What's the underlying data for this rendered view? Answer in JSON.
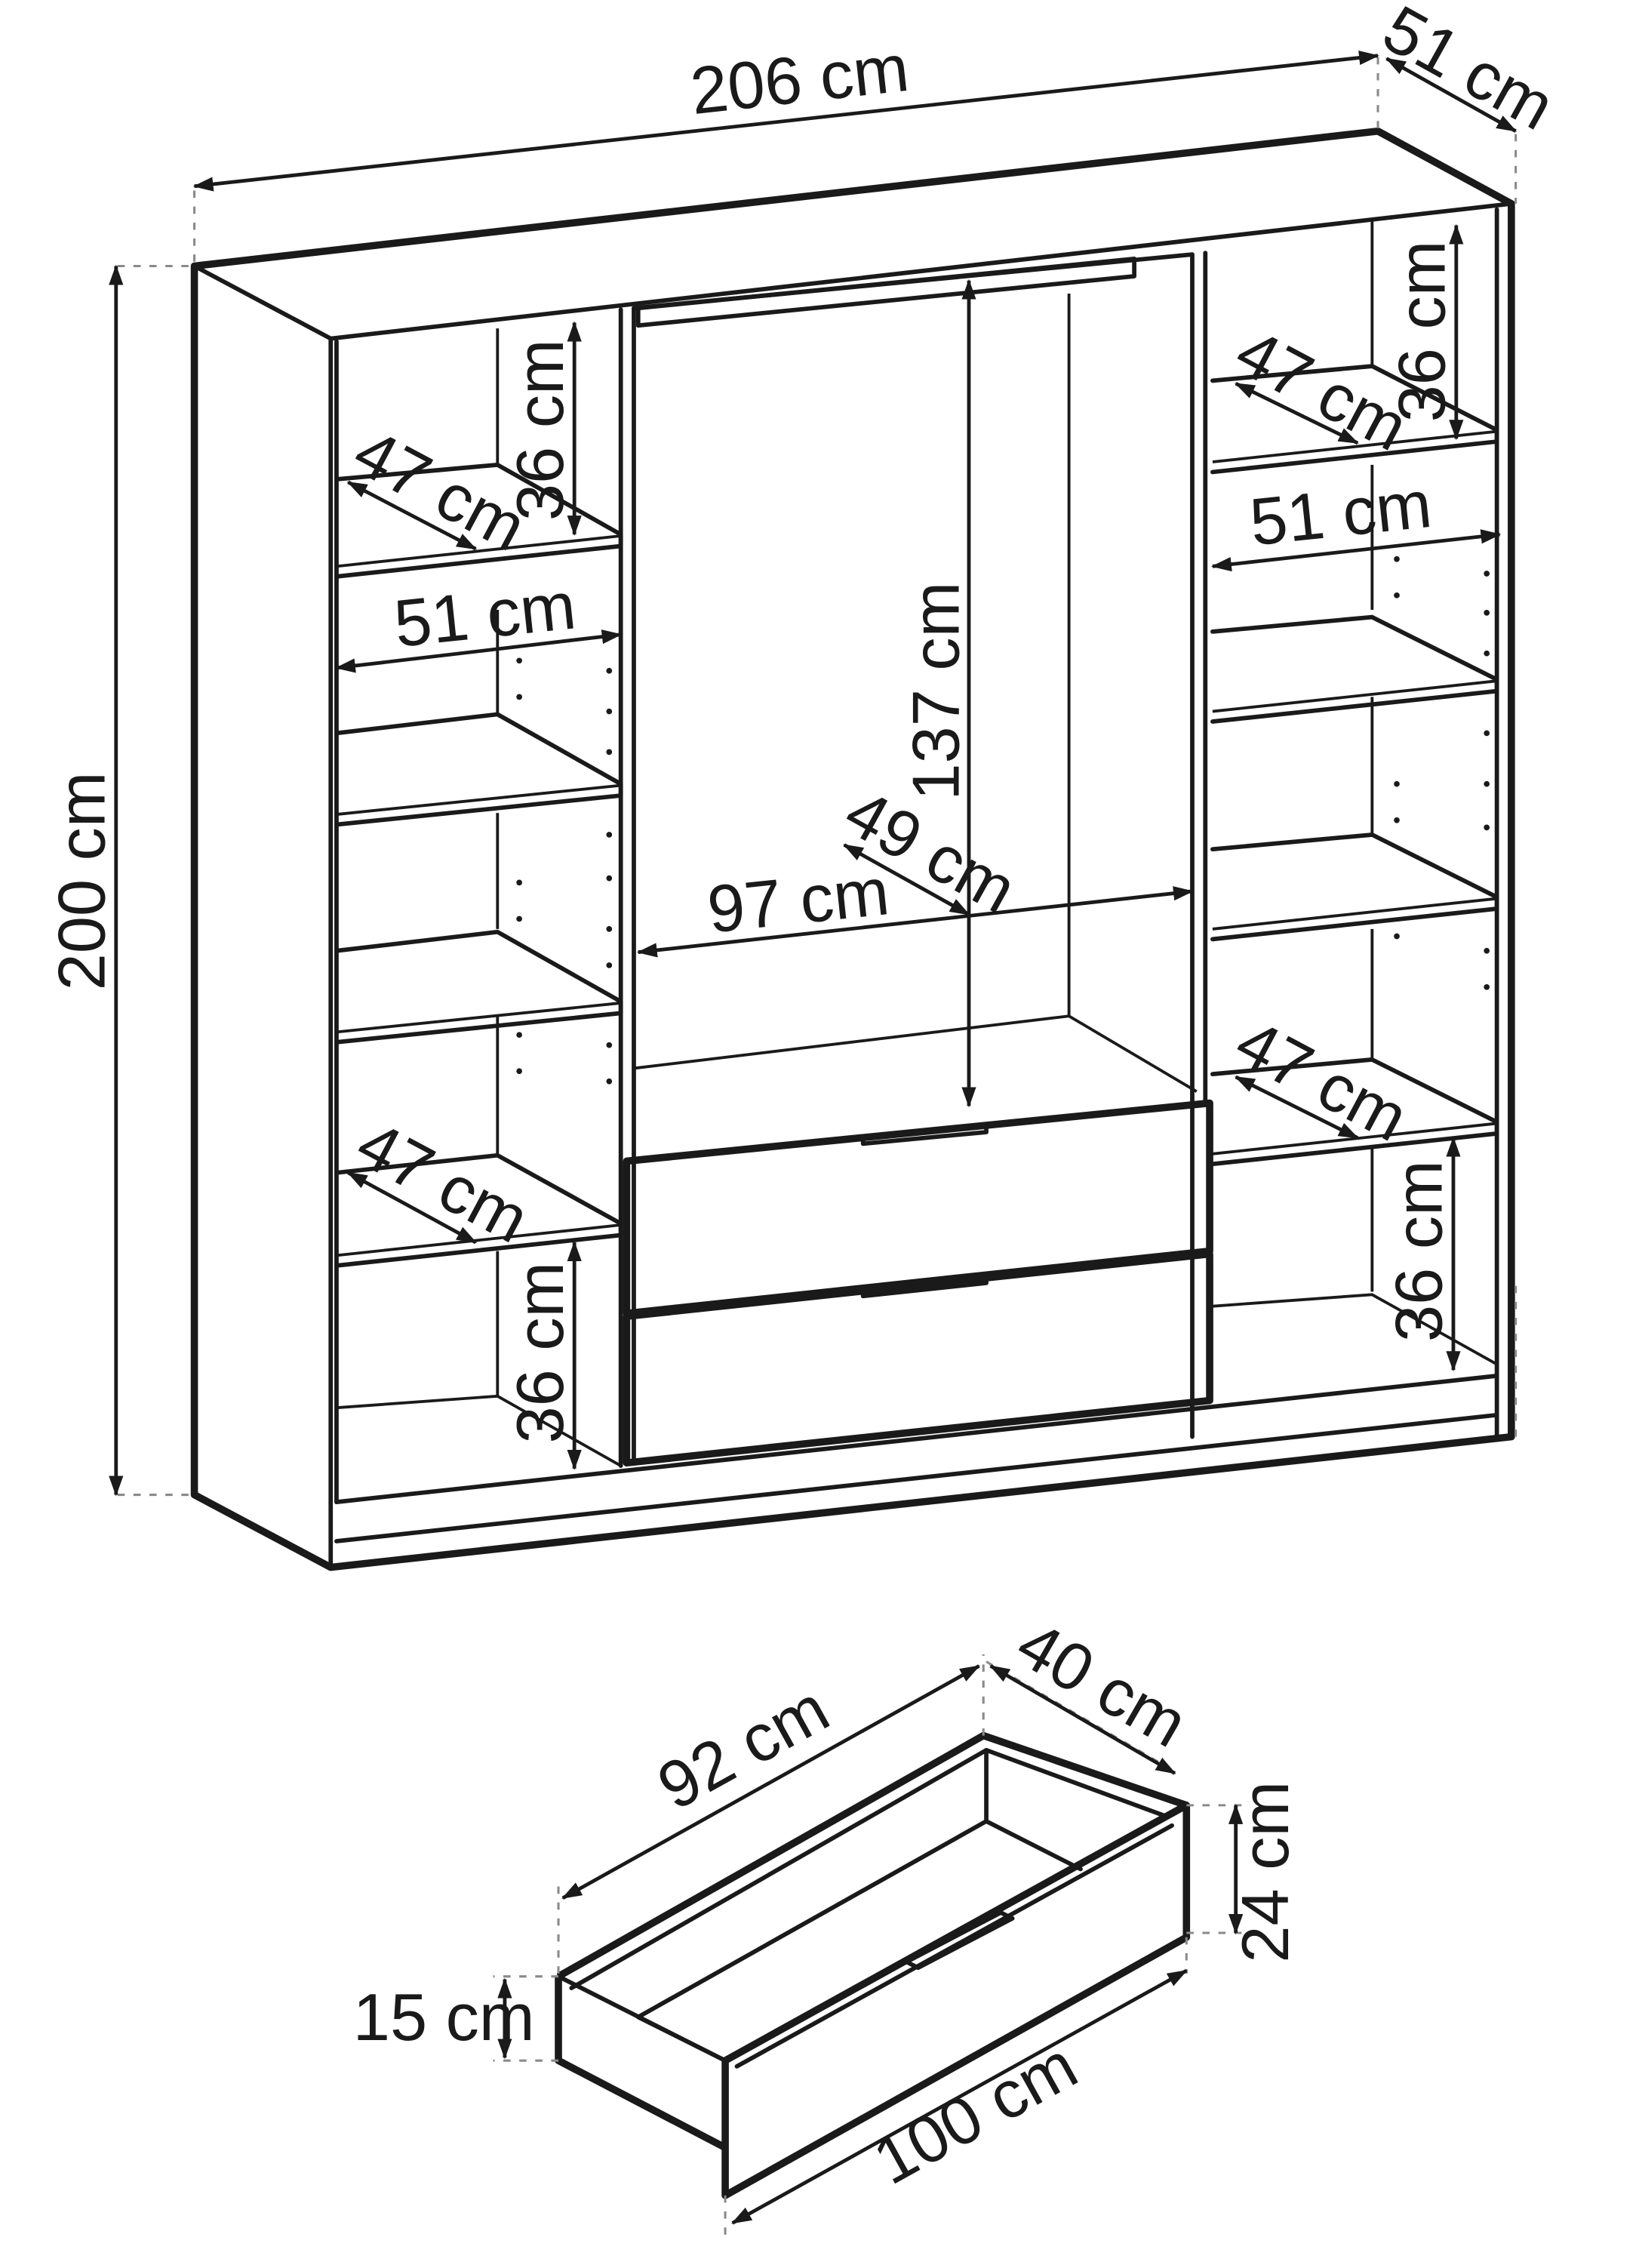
{
  "wardrobe": {
    "width_label": "206 cm",
    "depth_label": "51 cm",
    "height_label": "200 cm",
    "left_column": {
      "top_compartment_height": "36 cm",
      "shelf_depth_top": "47 cm",
      "inner_width": "51 cm",
      "shelf_depth_bottom": "47 cm",
      "bottom_compartment_height": "36 cm"
    },
    "center_column": {
      "hanging_height": "137 cm",
      "inner_depth": "49 cm",
      "inner_width": "97 cm"
    },
    "right_column": {
      "top_compartment_height": "36 cm",
      "shelf_depth_top": "47 cm",
      "inner_width": "51 cm",
      "shelf_depth_bottom": "47 cm",
      "bottom_compartment_height": "36 cm"
    }
  },
  "drawer": {
    "inner_length": "92 cm",
    "inner_depth": "40 cm",
    "front_height": "24 cm",
    "side_height": "15 cm",
    "front_length": "100 cm"
  }
}
